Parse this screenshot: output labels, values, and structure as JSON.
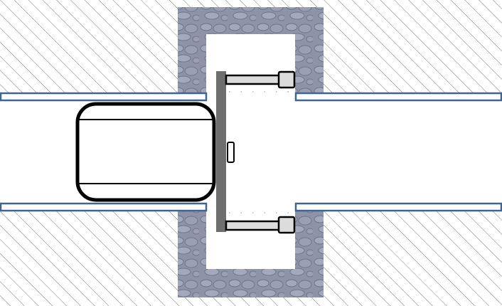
{
  "diagram": {
    "colors": {
      "hatch": "#7a7a7a",
      "stone": "#8d94a8",
      "stone_blob": "#a3a9ba",
      "rail_outline": "#3f6590",
      "gate": "#6e6e6e",
      "actuator_fill": "#dcdcdc",
      "vehicle_outline": "#000000"
    },
    "icons": [
      "hatched-ground",
      "stone-pit",
      "rail",
      "vehicle",
      "sliding-gate",
      "actuator",
      "gate-handle"
    ]
  }
}
